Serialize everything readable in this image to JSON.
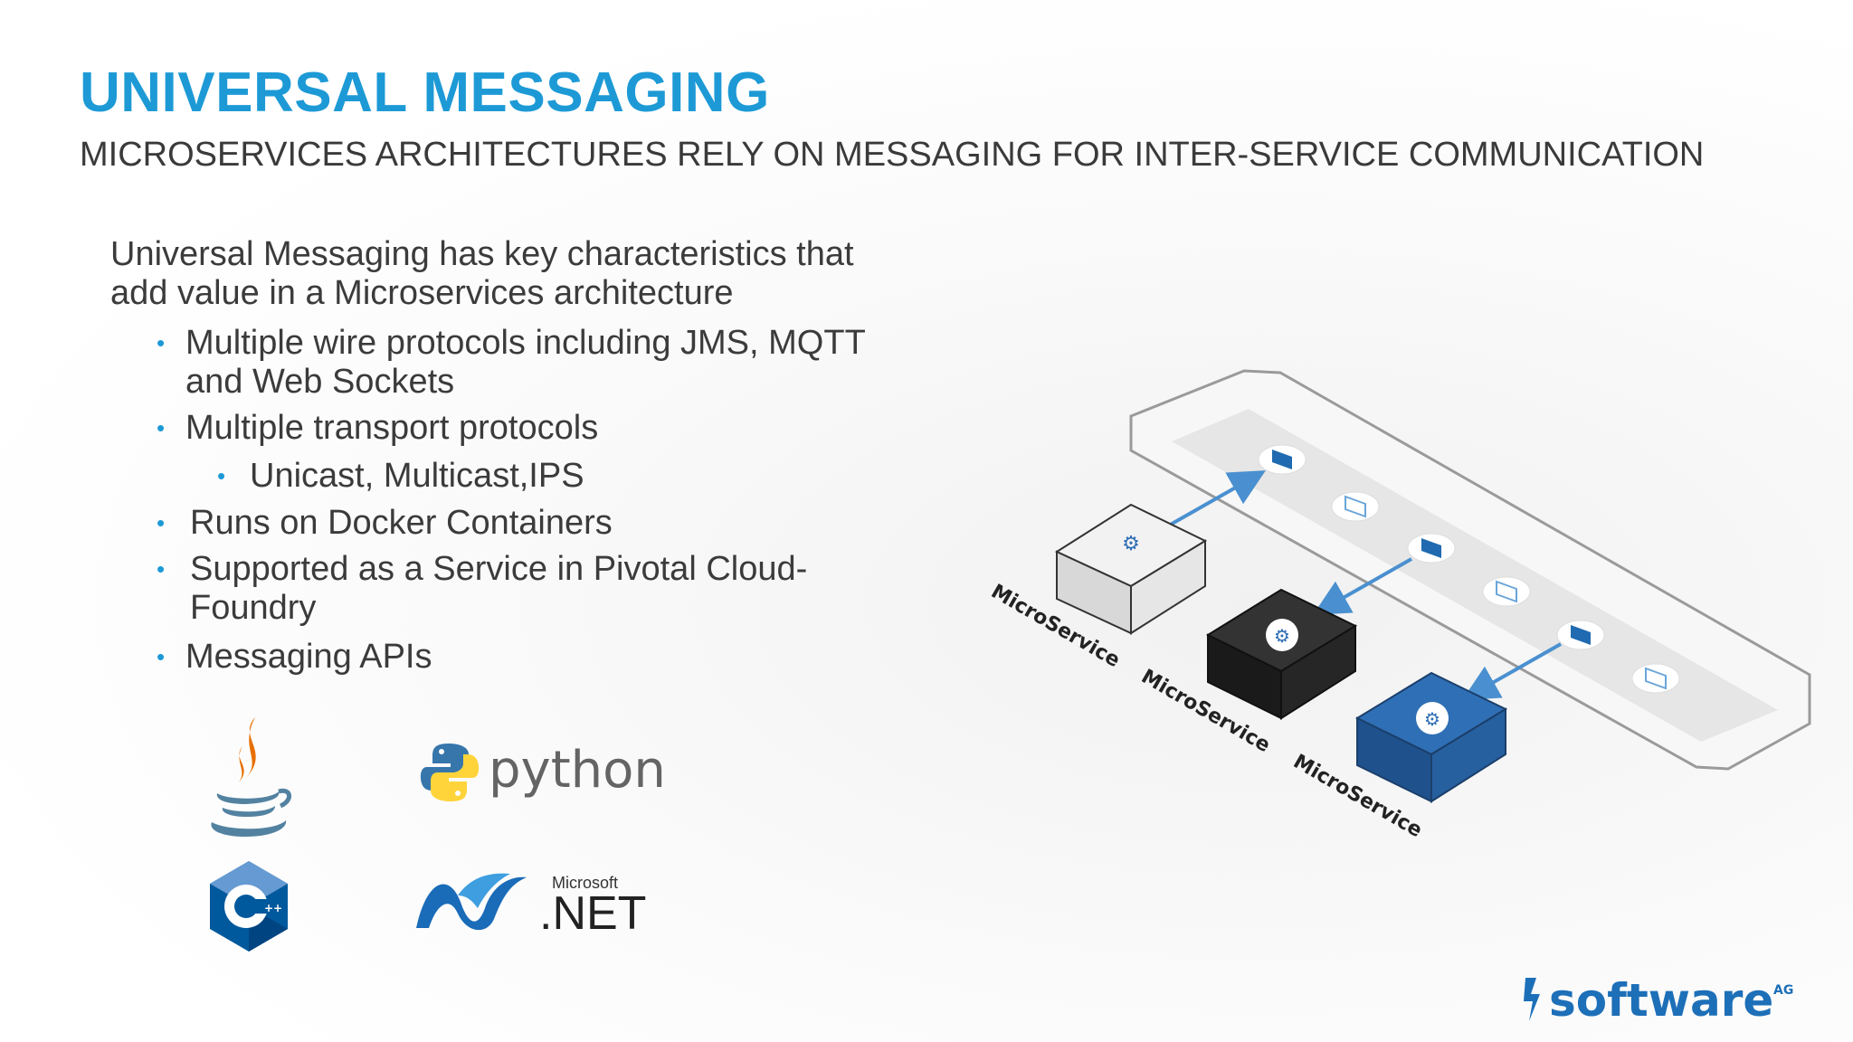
{
  "slide": {
    "title": "UNIVERSAL MESSAGING",
    "subtitle": "MICROSERVICES ARCHITECTURES RELY ON MESSAGING FOR INTER-SERVICE COMMUNICATION",
    "intro_line1": "Universal Messaging has key characteristics that",
    "intro_line2": "add value in a Microservices architecture",
    "bullets": [
      {
        "line1": "Multiple wire protocols including JMS, MQTT",
        "line2": "and Web Sockets"
      },
      {
        "line1": "Multiple transport protocols"
      },
      {
        "line1": "Unicast, Multicast,IPS",
        "level": 2
      },
      {
        "line1": "Runs on Docker Containers"
      },
      {
        "line1": "Supported as a Service in Pivotal Cloud-",
        "line2": "Foundry"
      },
      {
        "line1": "Messaging APIs"
      }
    ]
  },
  "logos": {
    "python_text": "python",
    "microsoft_text": "Microsoft",
    "dotnet_text": ".NET",
    "cpp_text": "C++"
  },
  "diagram": {
    "service_labels": [
      "MicroService",
      "MicroService",
      "MicroService"
    ],
    "box_colors": [
      "#f2f2f2",
      "#2b2b2b",
      "#2f6fb5"
    ]
  },
  "brand": {
    "name": "software",
    "suffix": "AG",
    "color": "#1d6fb8"
  },
  "colors": {
    "accent": "#1d9ad6",
    "text": "#3b3b3b",
    "arrow": "#4a90d0"
  }
}
